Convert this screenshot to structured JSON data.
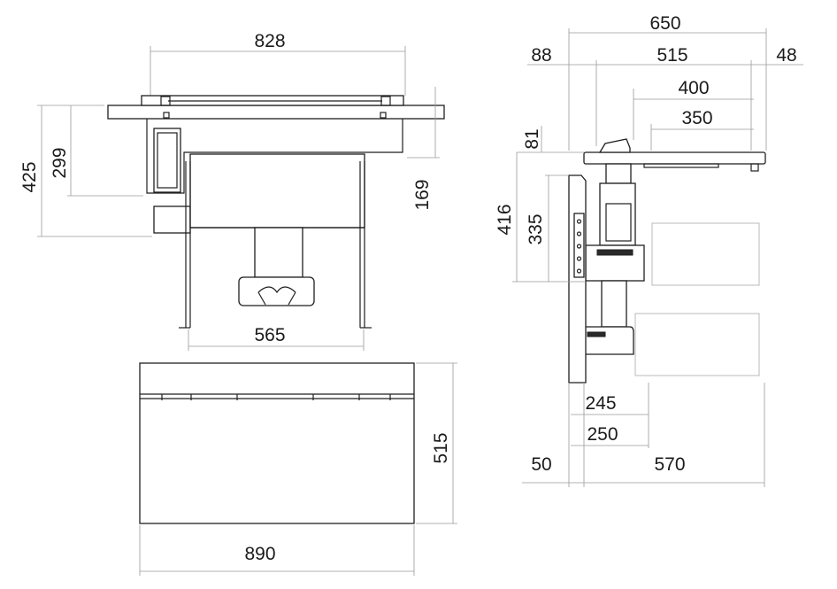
{
  "front_view": {
    "overall_width": "828",
    "total_height": "425",
    "body_height": "299",
    "cutout_depth": "169",
    "support_width": "565"
  },
  "top_view": {
    "width": "890",
    "depth": "515"
  },
  "side_view": {
    "overall_depth": "650",
    "left_offset": "88",
    "right_offset": "48",
    "hood_depth": "515",
    "inner_depth_a": "400",
    "inner_depth_b": "350",
    "top_thickness": "81",
    "total_height": "416",
    "body_height": "335",
    "base_depth_a": "245",
    "base_depth_b": "250",
    "front_offset": "50",
    "cabinet_depth": "570"
  }
}
